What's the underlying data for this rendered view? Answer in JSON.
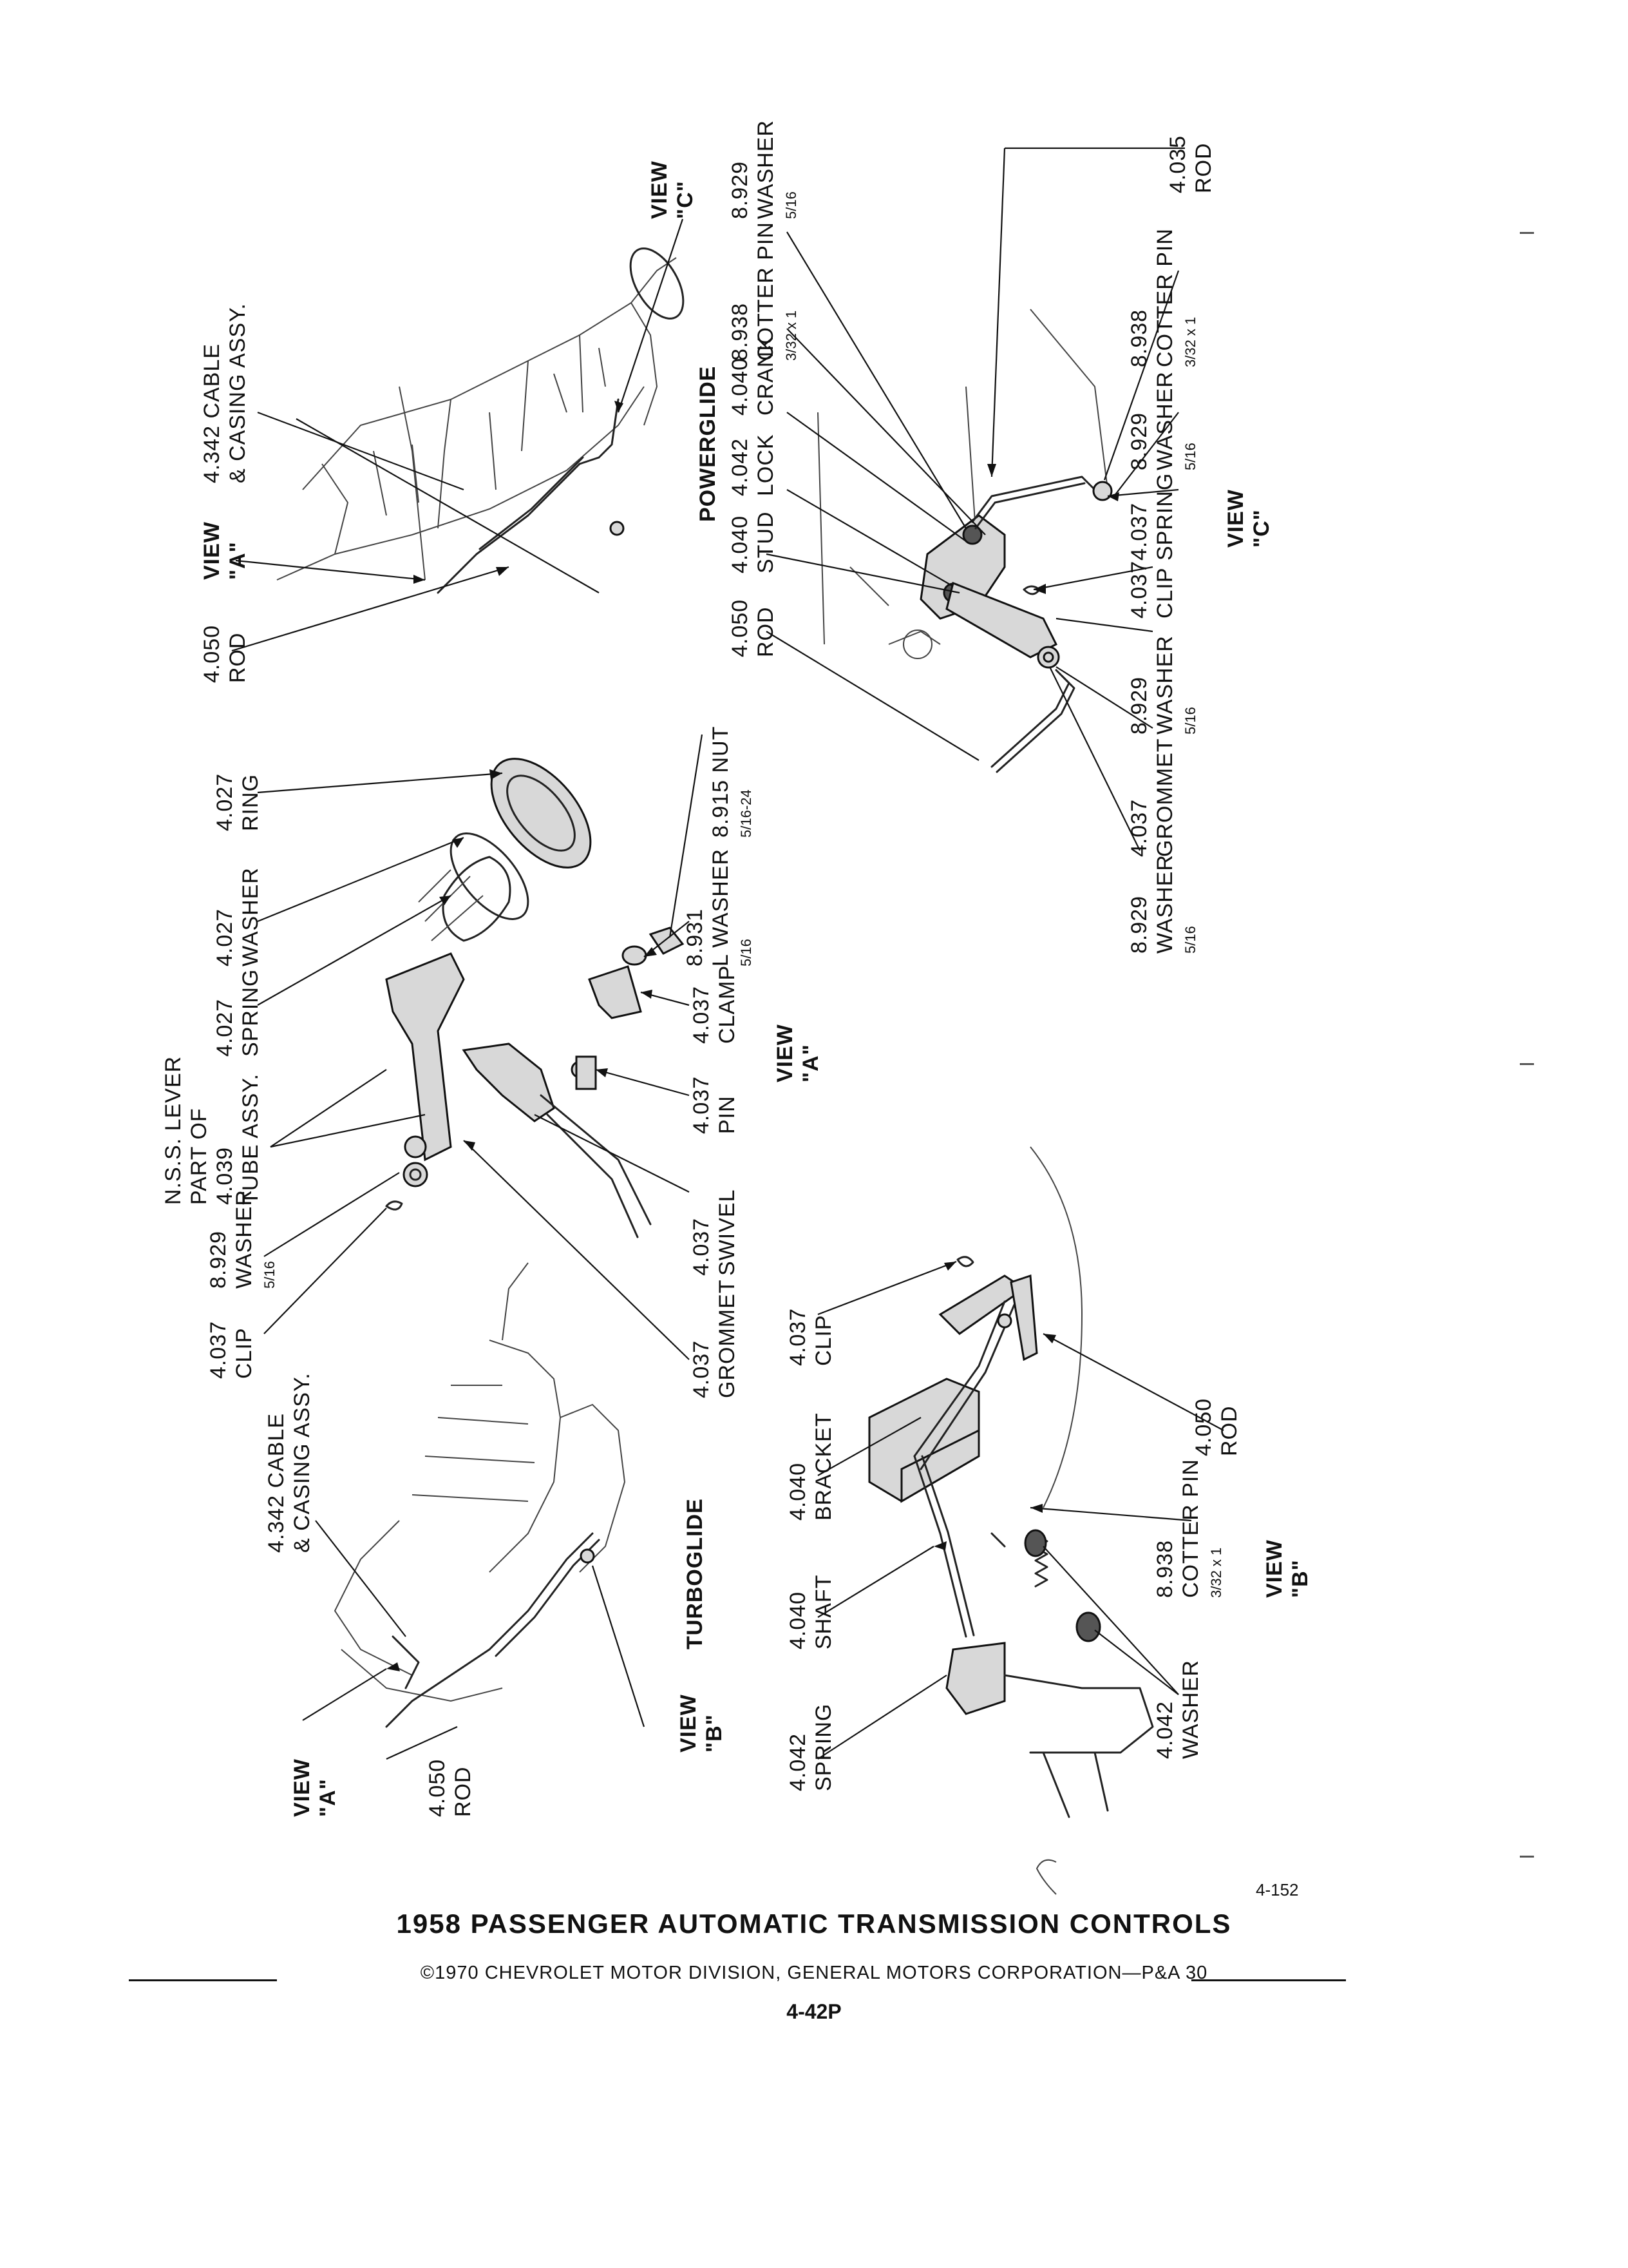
{
  "title": "1958 PASSENGER AUTOMATIC TRANSMISSION CONTROLS",
  "copyright": "©1970 CHEVROLET MOTOR DIVISION, GENERAL MOTORS CORPORATION—P&A 30",
  "page_id": "4-42P",
  "page_number": "4-152",
  "sections": {
    "powerglide": "POWERGLIDE",
    "turboglide": "TURBOGLIDE",
    "view_a": "VIEW \"A\"",
    "view_b": "VIEW \"B\"",
    "view_c": "VIEW \"C\""
  },
  "labels": {
    "pg_cable": [
      "4.342 CABLE",
      "& CASING ASSY."
    ],
    "pg_view_a": [
      "VIEW",
      "\"A\""
    ],
    "pg_view_c": [
      "VIEW",
      "\"C\""
    ],
    "pg_rod": [
      "4.050",
      "ROD"
    ],
    "c_rod_4050": [
      "4.050",
      "ROD"
    ],
    "c_stud": [
      "4.040",
      "STUD"
    ],
    "c_lock": [
      "4.042",
      "LOCK"
    ],
    "c_crank": [
      "4.040",
      "CRANK"
    ],
    "c_cotter1": [
      "8.938",
      "COTTER PIN",
      "3/32 x 1"
    ],
    "c_washer1": [
      "8.929",
      "WASHER",
      "5/16"
    ],
    "c_rod_4035": [
      "4.035",
      "ROD"
    ],
    "c_cotter2": [
      "8.938",
      "COTTER PIN",
      "3/32 x 1"
    ],
    "c_washer2": [
      "8.929",
      "WASHER",
      "5/16"
    ],
    "c_spring": [
      "4.037",
      "SPRING"
    ],
    "c_clip": [
      "4.037",
      "CLIP"
    ],
    "c_washer3": [
      "8.929",
      "WASHER",
      "5/16"
    ],
    "c_grommet": [
      "4.037",
      "GROMMET"
    ],
    "c_washer4": [
      "8.929",
      "WASHER",
      "5/16"
    ],
    "c_view": [
      "VIEW",
      "\"C\""
    ],
    "a_ring": [
      "4.027",
      "RING"
    ],
    "a_washer": [
      "4.027",
      "WASHER"
    ],
    "a_spring": [
      "4.027",
      "SPRING"
    ],
    "a_lever": [
      "N.S.S. LEVER",
      "PART OF",
      "4.039",
      "TUBE ASSY."
    ],
    "a_washer2": [
      "8.929",
      "WASHER",
      "5/16"
    ],
    "a_clip": [
      "4.037",
      "CLIP"
    ],
    "a_nut": [
      "8.915 NUT",
      "5/16-24"
    ],
    "a_lwasher": [
      "8.931",
      "L WASHER",
      "5/16"
    ],
    "a_clamp": [
      "4.037",
      "CLAMP"
    ],
    "a_pin": [
      "4.037",
      "PIN"
    ],
    "a_swivel": [
      "4.037",
      "SWIVEL"
    ],
    "a_grommet": [
      "4.037",
      "GROMMET"
    ],
    "a_view": [
      "VIEW",
      "\"A\""
    ],
    "tg_cable": [
      "4.342 CABLE",
      "& CASING ASSY."
    ],
    "tg_view_a": [
      "VIEW",
      "\"A\""
    ],
    "tg_rod": [
      "4.050",
      "ROD"
    ],
    "tg_view_b": [
      "VIEW",
      "\"B\""
    ],
    "b_clip": [
      "4.037",
      "CLIP"
    ],
    "b_bracket": [
      "4.040",
      "BRACKET"
    ],
    "b_shaft": [
      "4.040",
      "SHAFT"
    ],
    "b_spring": [
      "4.042",
      "SPRING"
    ],
    "b_rod": [
      "4.050",
      "ROD"
    ],
    "b_cotter": [
      "8.938",
      "COTTER PIN",
      "3/32 x 1"
    ],
    "b_washer": [
      "4.042",
      "WASHER"
    ],
    "b_view": [
      "VIEW",
      "\"B\""
    ]
  }
}
